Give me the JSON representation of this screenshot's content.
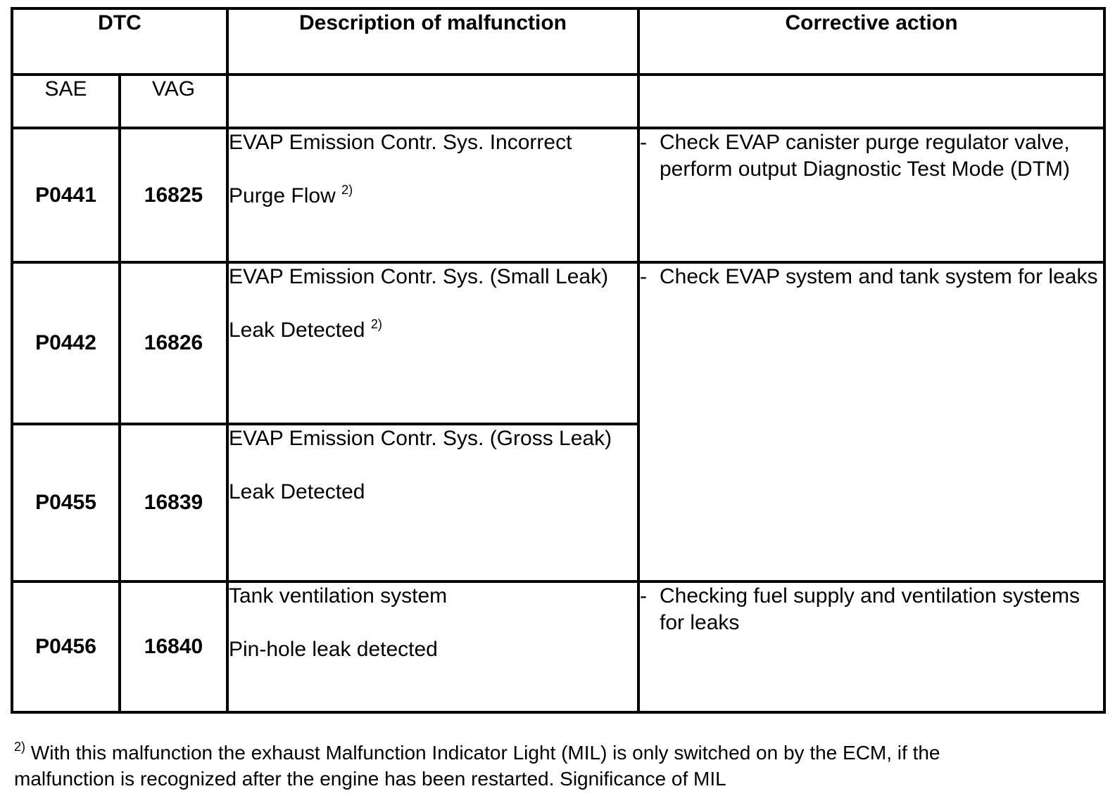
{
  "header": {
    "dtc": "DTC",
    "description": "Description of malfunction",
    "action": "Corrective action",
    "sae": "SAE",
    "vag": "VAG"
  },
  "rows": [
    {
      "sae": "P0441",
      "vag": "16825",
      "desc_line1": "EVAP Emission Contr. Sys. Incorrect",
      "desc_line2": "Purge Flow",
      "desc_note": "2)",
      "action": "Check EVAP canister purge regulator valve, perform output Diagnostic Test Mode (DTM)"
    },
    {
      "sae": "P0442",
      "vag": "16826",
      "desc_line1": "EVAP Emission Contr. Sys. (Small Leak)",
      "desc_line2": "Leak Detected",
      "desc_note": "2)",
      "action": "Check EVAP system and tank system for leaks"
    },
    {
      "sae": "P0455",
      "vag": "16839",
      "desc_line1": "EVAP Emission Contr. Sys. (Gross Leak)",
      "desc_line2": "Leak Detected"
    },
    {
      "sae": "P0456",
      "vag": "16840",
      "desc_line1": "Tank ventilation system",
      "desc_line2": "Pin-hole leak detected",
      "action": "Checking fuel supply and ventilation systems for leaks"
    }
  ],
  "dash": "-",
  "footnote": {
    "mark": "2)",
    "text": "With this malfunction the exhaust Malfunction Indicator Light (MIL) is only switched on by the ECM, if the malfunction is recognized after the engine has been restarted. Significance of MIL"
  }
}
